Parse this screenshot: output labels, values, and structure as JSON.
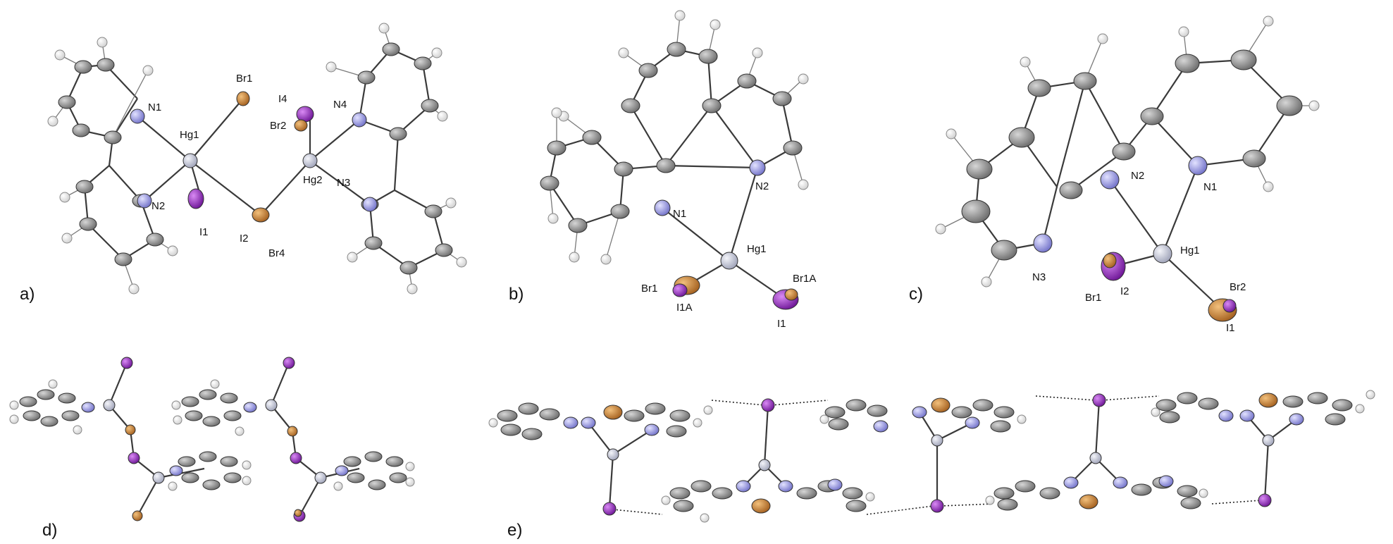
{
  "panels": [
    {
      "id": "a",
      "label": "a)",
      "atom_labels": [
        "Br1",
        "N1",
        "Hg1",
        "I4",
        "Br2",
        "N4",
        "Hg2",
        "N2",
        "N3",
        "I1",
        "I2",
        "Br4"
      ]
    },
    {
      "id": "b",
      "label": "b)",
      "atom_labels": [
        "N1",
        "N2",
        "Hg1",
        "Br1",
        "I1A",
        "Br1A",
        "I1"
      ]
    },
    {
      "id": "c",
      "label": "c)",
      "atom_labels": [
        "N2",
        "N1",
        "Hg1",
        "N3",
        "Br1",
        "I2",
        "Br2",
        "I1"
      ]
    },
    {
      "id": "d",
      "label": "d)",
      "atom_labels": []
    },
    {
      "id": "e",
      "label": "e)",
      "atom_labels": []
    }
  ],
  "colors": {
    "carbon": "#8e8e8e",
    "hydrogen": "#f2f2f2",
    "nitrogen": "#9c9ce6",
    "mercury": "#c9cde0",
    "bromine": "#cc8030",
    "iodine": "#9a2ad0",
    "bond": "#3a3a3a"
  }
}
